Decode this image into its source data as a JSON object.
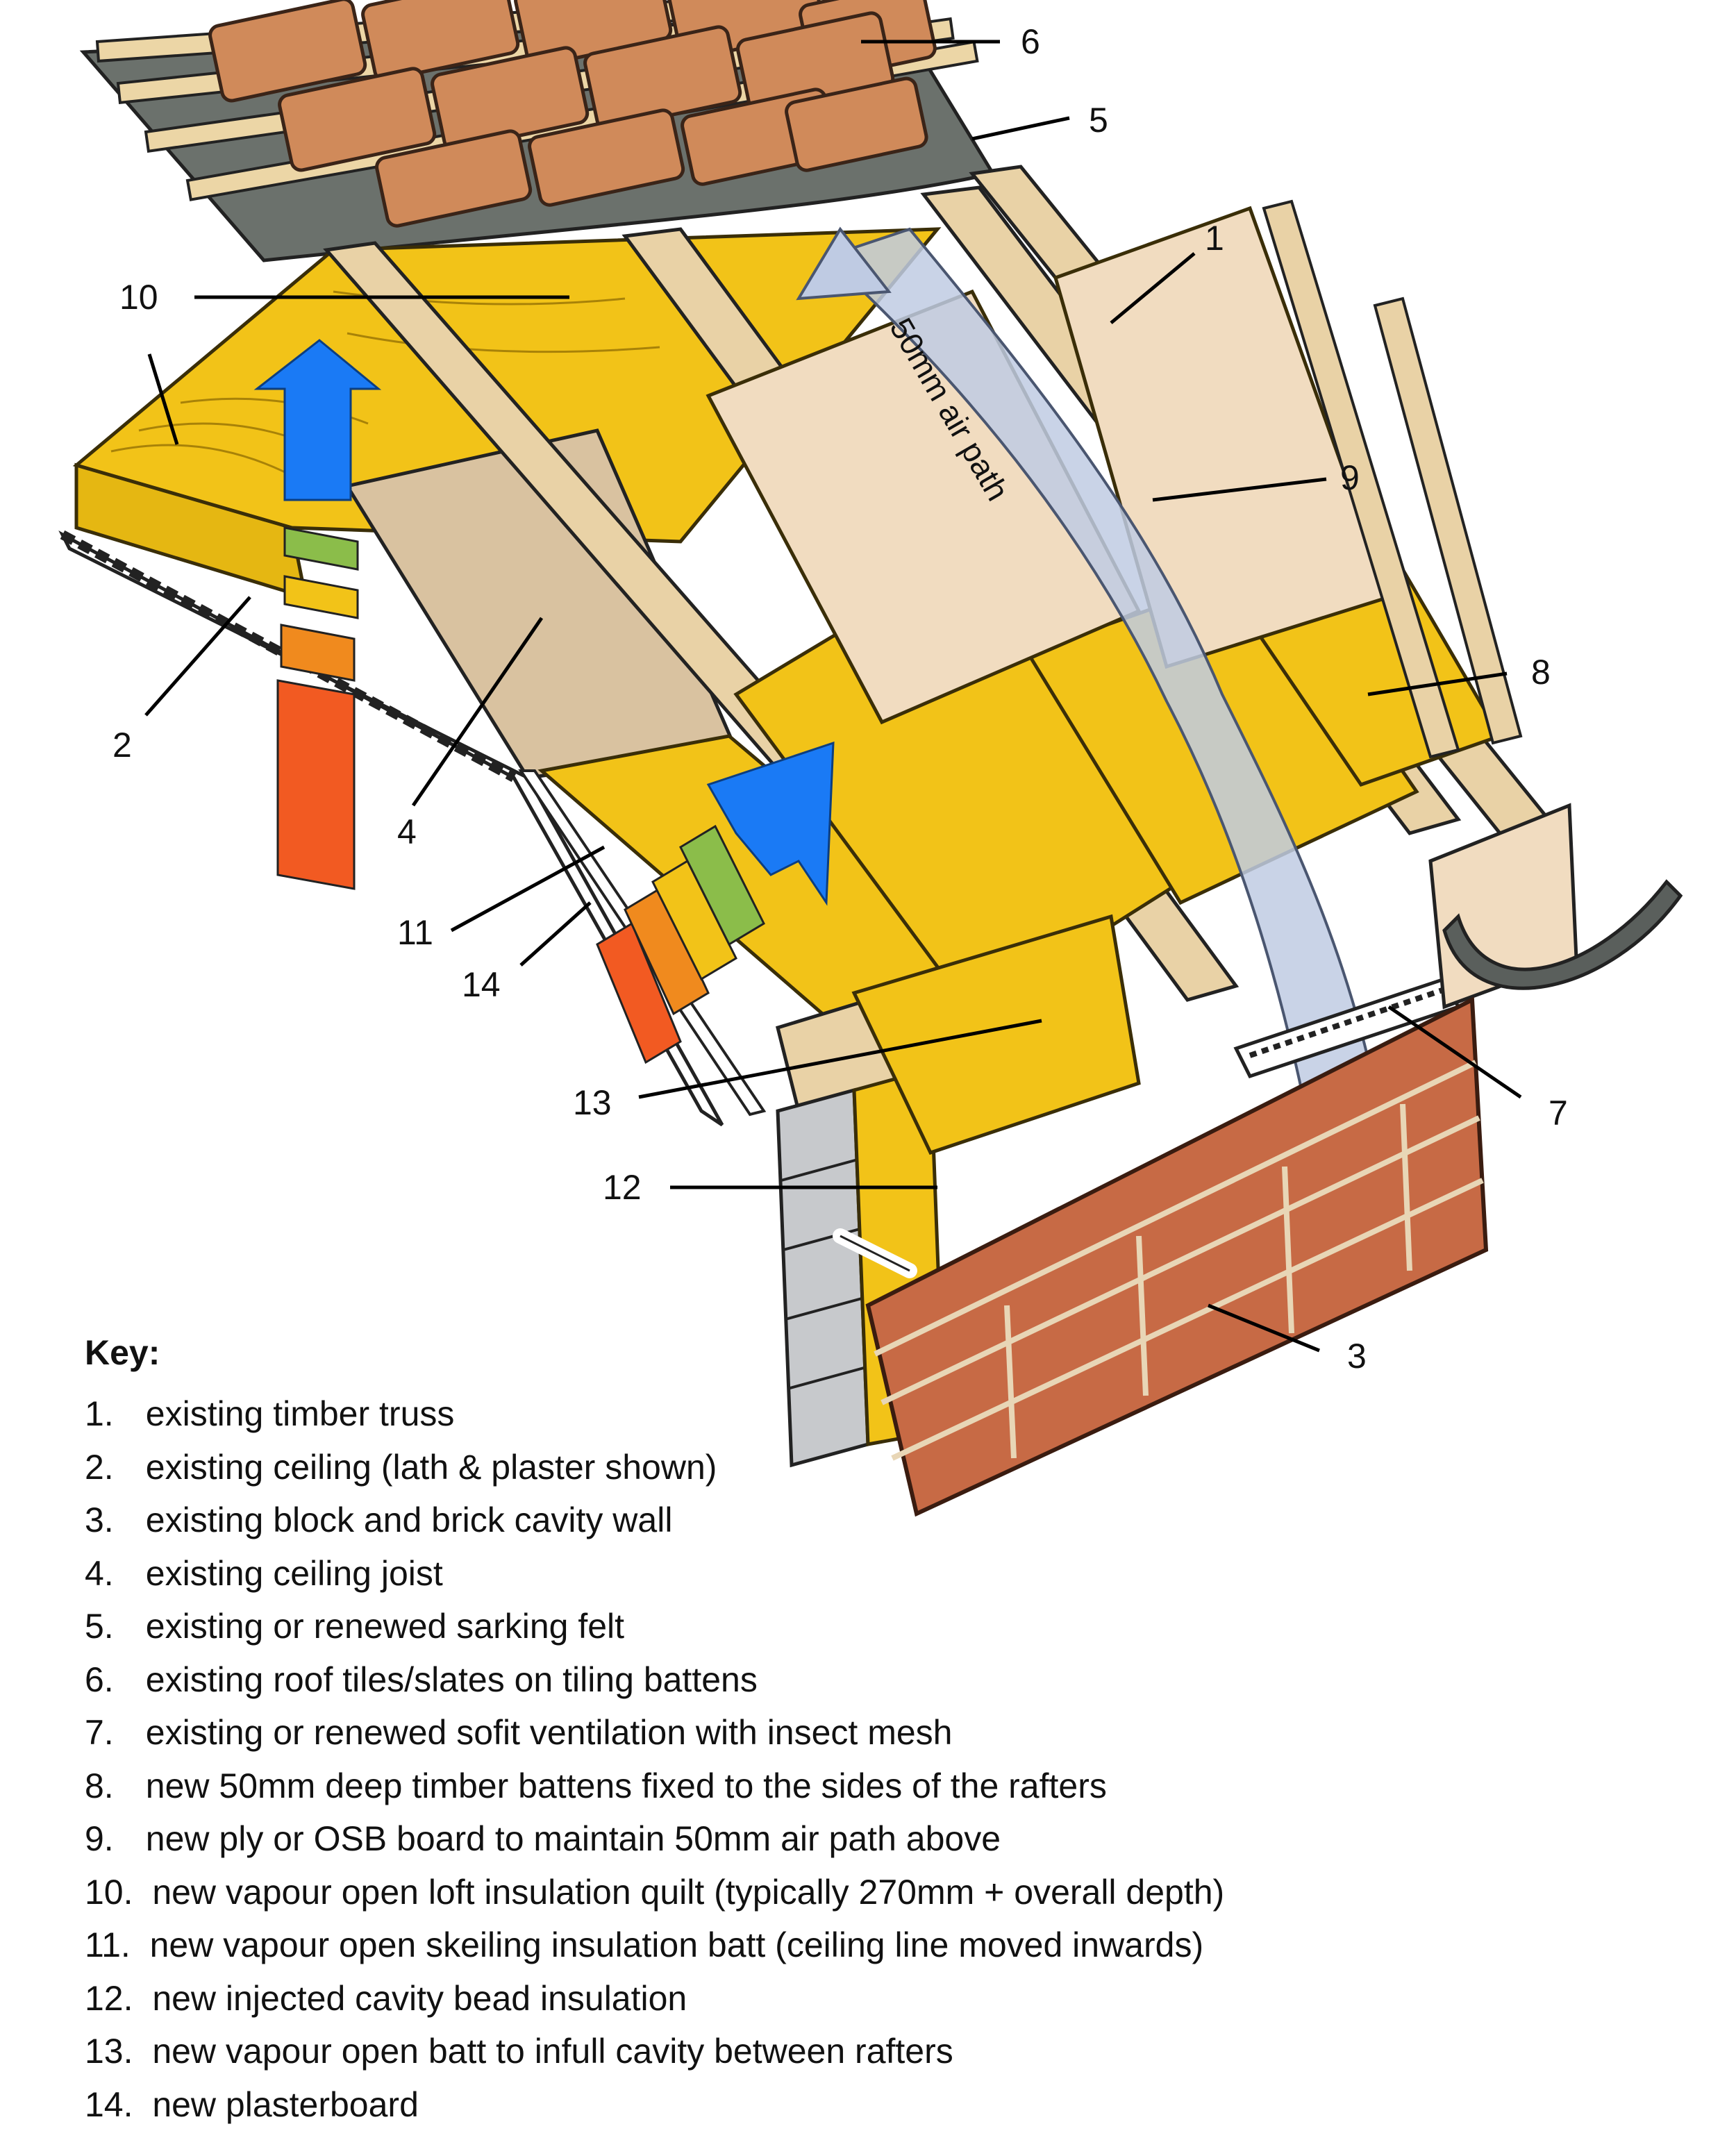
{
  "diagram": {
    "callouts": [
      {
        "id": "1",
        "label": "1"
      },
      {
        "id": "2",
        "label": "2"
      },
      {
        "id": "3",
        "label": "3"
      },
      {
        "id": "4",
        "label": "4"
      },
      {
        "id": "5",
        "label": "5"
      },
      {
        "id": "6",
        "label": "6"
      },
      {
        "id": "7",
        "label": "7"
      },
      {
        "id": "8",
        "label": "8"
      },
      {
        "id": "9",
        "label": "9"
      },
      {
        "id": "10",
        "label": "10"
      },
      {
        "id": "11",
        "label": "11"
      },
      {
        "id": "12",
        "label": "12"
      },
      {
        "id": "13",
        "label": "13"
      },
      {
        "id": "14",
        "label": "14"
      }
    ],
    "air_path_label": "50mm air path",
    "colors": {
      "roof_tile": "#d08a5a",
      "sarking_felt": "#6b716c",
      "insulation_quilt": "#f2c318",
      "timber": "#e9d2a6",
      "osb_board": "#f1dcc0",
      "air_path": "#bfcbe3",
      "brick": "#c76a45",
      "block": "#c7c9cc",
      "gutter": "#5a5f5c",
      "arrow_blue": "#1a7af5",
      "heat_green": "#8bbd4a",
      "heat_yellow": "#f2c318",
      "heat_orange": "#f08a1e",
      "heat_red": "#f25a22"
    }
  },
  "key": {
    "title": "Key:",
    "items": [
      {
        "num": "1.",
        "text": "existing timber truss"
      },
      {
        "num": "2.",
        "text": "existing ceiling (lath & plaster shown)"
      },
      {
        "num": "3.",
        "text": "existing block and brick cavity wall"
      },
      {
        "num": "4.",
        "text": "existing ceiling joist"
      },
      {
        "num": "5.",
        "text": "existing or renewed sarking felt"
      },
      {
        "num": "6.",
        "text": "existing roof tiles/slates on tiling battens"
      },
      {
        "num": "7.",
        "text": "existing or renewed sofit ventilation with insect mesh"
      },
      {
        "num": "8.",
        "text": "new 50mm deep timber battens fixed to the sides of the rafters"
      },
      {
        "num": "9.",
        "text": "new ply or OSB board to maintain 50mm air path above"
      },
      {
        "num": "10.",
        "text": "new vapour open loft insulation quilt (typically 270mm + overall depth)"
      },
      {
        "num": "11.",
        "text": "new vapour open skeiling insulation batt (ceiling line moved inwards)"
      },
      {
        "num": "12.",
        "text": "new injected cavity bead insulation"
      },
      {
        "num": "13.",
        "text": "new vapour open batt to infull cavity between rafters"
      },
      {
        "num": "14.",
        "text": "new plasterboard"
      }
    ]
  }
}
